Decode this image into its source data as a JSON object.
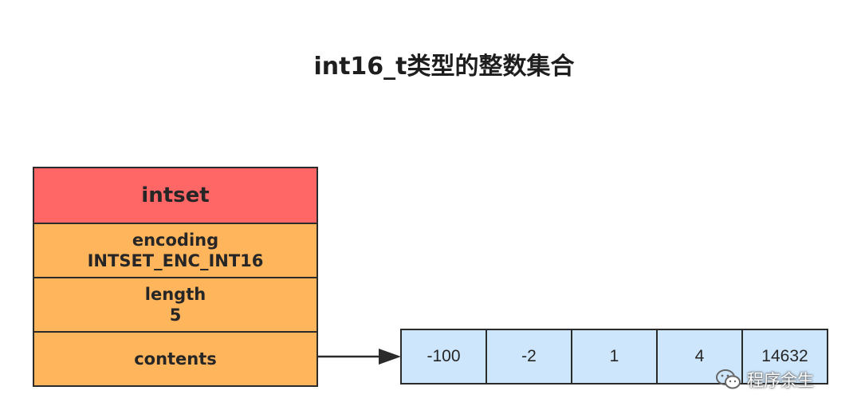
{
  "title": "int16_t类型的整数集合",
  "intset": {
    "header": "intset",
    "fields": [
      {
        "name": "encoding",
        "value": "INTSET_ENC_INT16"
      },
      {
        "name": "length",
        "value": "5"
      },
      {
        "name": "contents"
      }
    ]
  },
  "contents": [
    "-100",
    "-2",
    "1",
    "4",
    "14632"
  ],
  "watermark": {
    "text": "程序余生",
    "icon": "wechat-icon"
  },
  "colors": {
    "header_fill": "#ff6666",
    "field_fill": "#ffb55c",
    "array_fill": "#cde6fb",
    "stroke": "#2b2b2b"
  }
}
